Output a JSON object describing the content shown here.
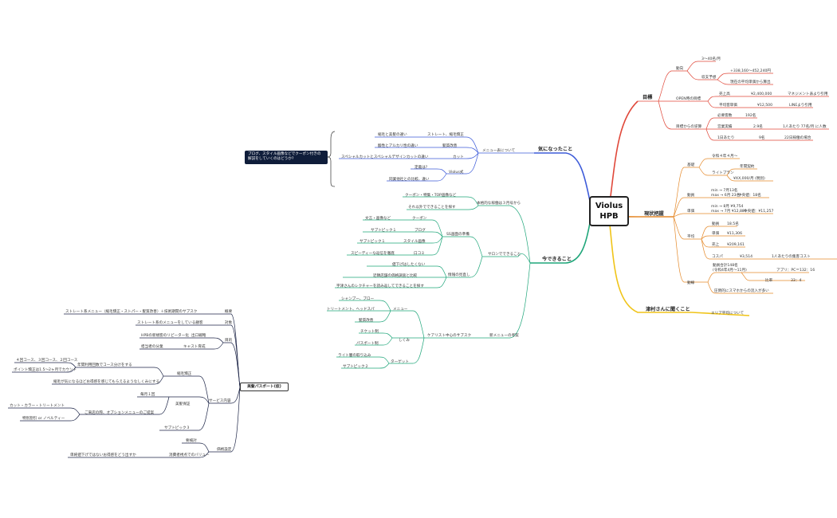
{
  "root": {
    "line1": "Violus",
    "line2": "HPB"
  },
  "note": {
    "text": "ブログ、スタイル画像などでクーポン付きの解説をしていくのはどうか?"
  },
  "passport": {
    "title": "美髪パスポート(仮)"
  },
  "colors": {
    "red": "#e0483a",
    "orange": "#e58a2b",
    "yellow": "#f0c419",
    "blue": "#3d5bd9",
    "green": "#1fa67a",
    "navy": "#1d2547"
  },
  "goal": {
    "title": "目標",
    "trend": "動向",
    "trend_a": "3〜40名/月",
    "trend_b": "収支予想",
    "trend_b1": "+338,160〜452,240円",
    "trend_b2": "現在の平均単価から算出",
    "open": "OPEN時の目標",
    "sales": "売上高",
    "sales_v": "¥2,400,000",
    "sales_n": "マネジメント表より引用",
    "unit": "平均客単価",
    "unit_v": "¥12,500",
    "unit_n": "LINEより引用",
    "calc": "目標からの逆算",
    "need": "必要客数",
    "need_v": "192名",
    "days": "営業実績",
    "days_v": "2.9名",
    "days_n": "1人あたり 77名/月 に人数",
    "perday": "1日あたり",
    "perday_v": "9名",
    "perday_n": "22日稼働の場合"
  },
  "status": {
    "title": "現状把握",
    "basic": "基礎",
    "basic_a": "令和４年４月〜",
    "plan": "ライトプラン",
    "plan_a": "年間契約",
    "plan_b": "¥XX,000/月 (税別)",
    "visit": "動員",
    "visit_a": "min → 7月13名",
    "visit_b": "max → 6月 23名",
    "visit_c": "中央値：18名",
    "price": "単価",
    "price_a": "min → 8月 ¥9,754",
    "price_b": "max → 7月 ¥12,881",
    "price_c": "中央値：¥11,257",
    "avg": "平均",
    "avg1": "動員",
    "avg1v": "18.5名",
    "avg2": "単価",
    "avg2v": "¥11,306",
    "avg3": "売上",
    "avg3v": "¥209,161",
    "avg4": "コスパ",
    "avg4v": "¥3,514",
    "avg4n": "1人あたりの集客コスト",
    "trend": "動線",
    "trend_a": "動員合計148名",
    "trend_b": "(令和4年4月〜11月)",
    "trend_c": "アプリ：PC＝132：16",
    "trend_d": "比率",
    "trend_e": "33：4",
    "trend_f": "圧倒的にスマホからの流入が多い"
  },
  "ask": {
    "title": "津村さんに聞くこと",
    "item": "エリア平均について"
  },
  "concern": {
    "title": "気になったこと",
    "menu": "メニュー表について",
    "m1": "ストレート、縮毛矯正",
    "m1a": "縮毛と美髪の違い",
    "m2": "髪質改善",
    "m2a": "酸性とアルカリ性の違い",
    "m3": "カット",
    "m3a": "スペシャルカットとスペシャルデザインカットの違い",
    "m4": "Violus式",
    "m4a": "定義は?",
    "m4b": "同業他社との比較、違い"
  },
  "cando": {
    "title": "今できること",
    "salon": "サロンでできること",
    "honkaku": "本格的な稼働は３月号から",
    "h1": "クーポン・特集・TOP画像など",
    "h2": "それ以外でできることを探す",
    "ss": "SS画面の準備",
    "coupon": "クーポン",
    "coupon_a": "文言・画像など",
    "blog": "ブログ",
    "blog_a": "サブトピック１",
    "style": "スタイル画像",
    "style_a": "サブトピック１",
    "kuchi": "口コミ",
    "kuchi_a": "スピーディーな返信を徹底",
    "info": "情報の見直し",
    "info_a": "値下げはしたくない",
    "info_b": "近隣店舗の価格調査と比較",
    "info_c": "宇津さんのレクチャーを読み返してできることを探す",
    "newmenu": "新メニューの考案",
    "care": "ケアリスト中心のサブスク",
    "menu": "メニュー",
    "menu_a": "シャンプー、ブロー",
    "menu_b": "トリートメント、ヘッドスパ",
    "menu_c": "髪質改善",
    "shikumi": "しくみ",
    "shikumi_a": "チケット制",
    "shikumi_b": "パスポート制",
    "target": "ターゲット",
    "target_a": "ライト層の取り込み",
    "target_b": "サブトピック２"
  },
  "pass": {
    "overview": "概要",
    "overview_a": "ストレート系メニュー（縮毛矯正・ストパー・髪質改善）＋技術期間のサブスク",
    "target": "対象",
    "target_a": "ストレート系のメニューをしている顧客",
    "purpose": "目的",
    "purpose_a": "HPBの新規客のリピーター化",
    "purpose_a2": "出口戦略",
    "purpose_b": "担当者の分業",
    "purpose_b2": "キャスト育成",
    "service": "サービス内容",
    "shukumo": "縮毛矯正",
    "shukumo_a": "年間利用回数でコース分けをする",
    "shukumo_a1": "４回コース、３回コース、２回コース",
    "shukumo_a2": "ポイント矯正は1.5〜2ヶ月でカウント",
    "shukumo_b": "縮毛が気になるほどお得感を感じてもらえるようなしくみにする",
    "bihatsu": "美髪保証",
    "bihatsu_a": "毎月１回",
    "bihatsu_b": "ご来店の際、オプションメニューのご提案",
    "bihatsu_b1": "カット・カラー・トリートメント",
    "bihatsu_b2": "特別割引 or ノベルティー",
    "sub3": "サブトピック３",
    "price": "価格設定",
    "price_a": "要検討",
    "price_b": "消費者視点でのバリュー",
    "price_b1": "単純値下げではないお得感をどう出すか"
  }
}
